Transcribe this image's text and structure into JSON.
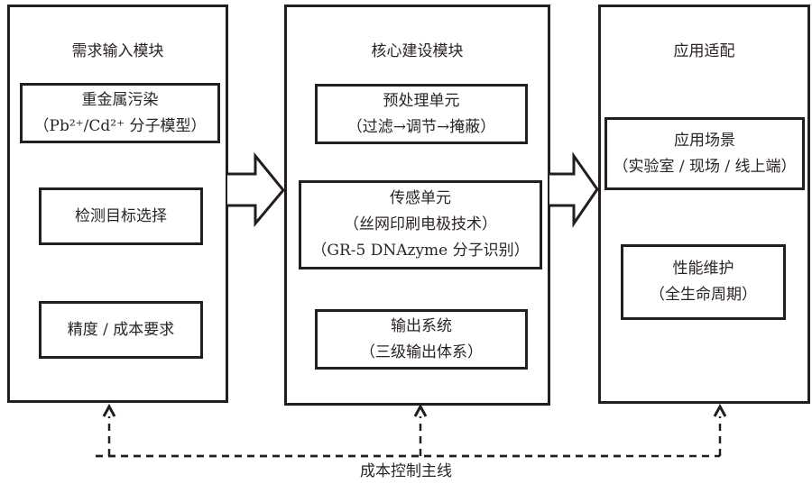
{
  "modules": [
    {
      "title": "需求输入模块",
      "items": [
        {
          "lines": [
            "重金属污染",
            "（Pb²⁺/Cd²⁺ 分子模型）"
          ]
        },
        {
          "lines": [
            "检测目标选择"
          ]
        },
        {
          "lines": [
            "精度 / 成本要求"
          ]
        }
      ]
    },
    {
      "title": "核心建设模块",
      "items": [
        {
          "lines": [
            "预处理单元",
            "（过滤→调节→掩蔽）"
          ]
        },
        {
          "lines": [
            "传感单元",
            "（丝网印刷电极技术）",
            "（GR-5 DNAzyme 分子识别）"
          ]
        },
        {
          "lines": [
            "输出系统",
            "（三级输出体系）"
          ]
        }
      ]
    },
    {
      "title": "应用适配",
      "items": [
        {
          "lines": [
            "应用场景",
            "（实验室 / 现场 / 线上端）"
          ]
        },
        {
          "lines": [
            "性能维护",
            "（全生命周期）"
          ]
        }
      ]
    }
  ],
  "flow_arrows": [
    "需求输入模块→核心建设模块",
    "核心建设模块→应用适配"
  ],
  "feedback": {
    "label": "成本控制主线",
    "style": "dashed",
    "targets": [
      "需求输入模块",
      "核心建设模块",
      "应用适配"
    ]
  }
}
